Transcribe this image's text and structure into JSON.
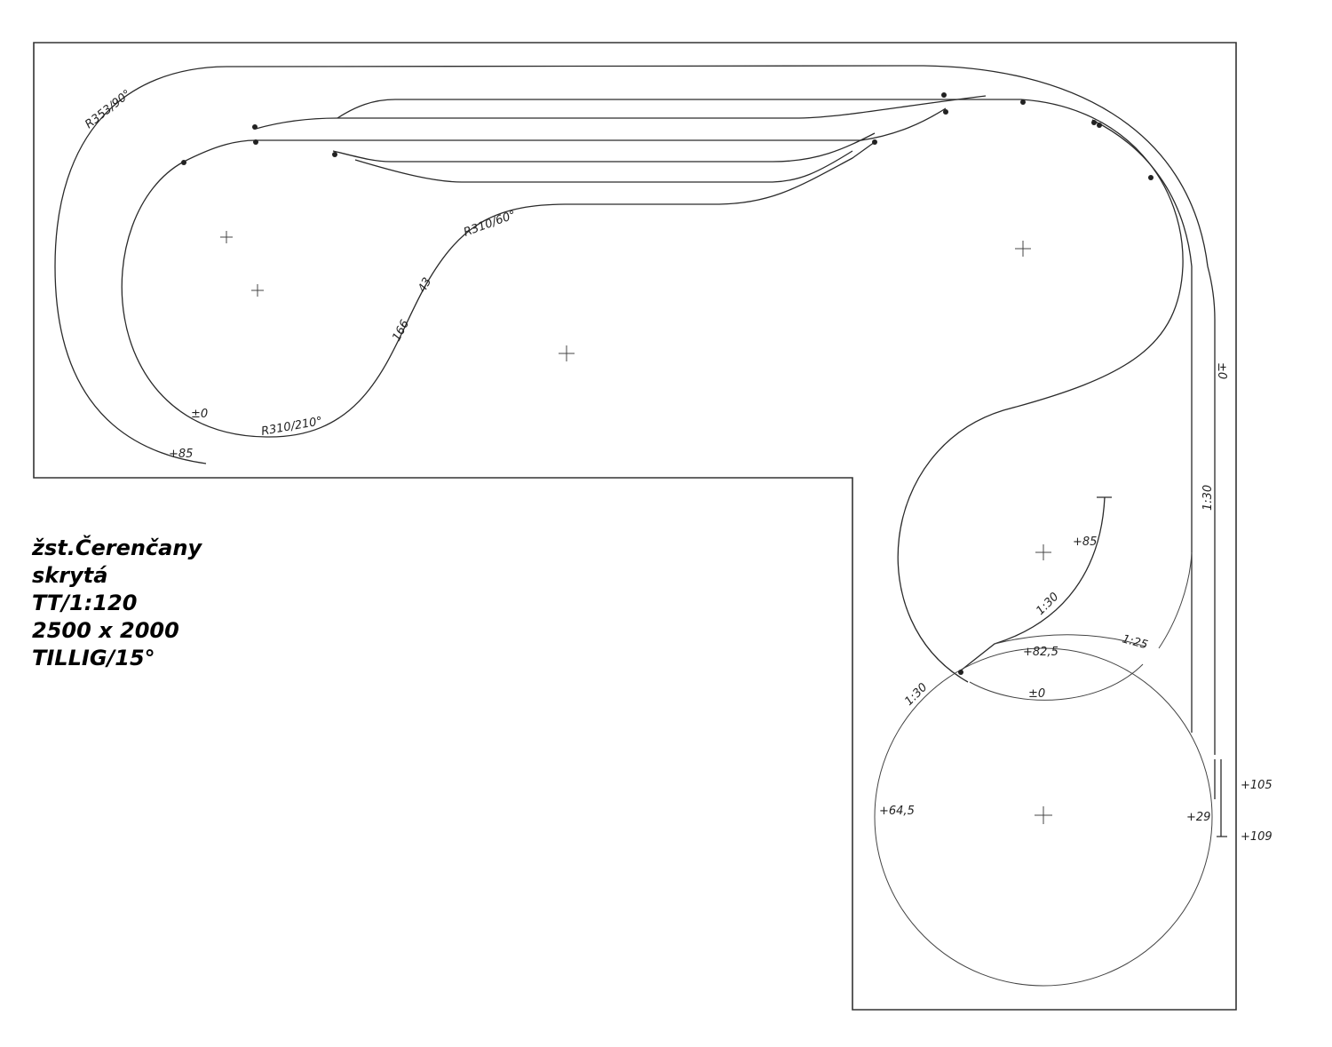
{
  "legend": {
    "station": "žst.Čerenčany",
    "type": "skrytá",
    "scale": "TT/1:120",
    "size": "2500 x 2000",
    "system": "TILLIG/15°"
  },
  "labels": {
    "r353": "R353/90°",
    "r310_60": "R310/60°",
    "r310_210": "R310/210°",
    "len43": "43",
    "len166": "166",
    "left_zero": "±0",
    "left_85": "+85",
    "right_zero": "±0",
    "right_130": "1:30",
    "spur_85": "+85",
    "spur_130": "1:30",
    "h825": "+82,5",
    "g125": "1:25",
    "loop_zero": "±0",
    "loop_130": "1:30",
    "h645": "+64,5",
    "h29": "+29",
    "h105": "+105",
    "h109": "+109"
  }
}
